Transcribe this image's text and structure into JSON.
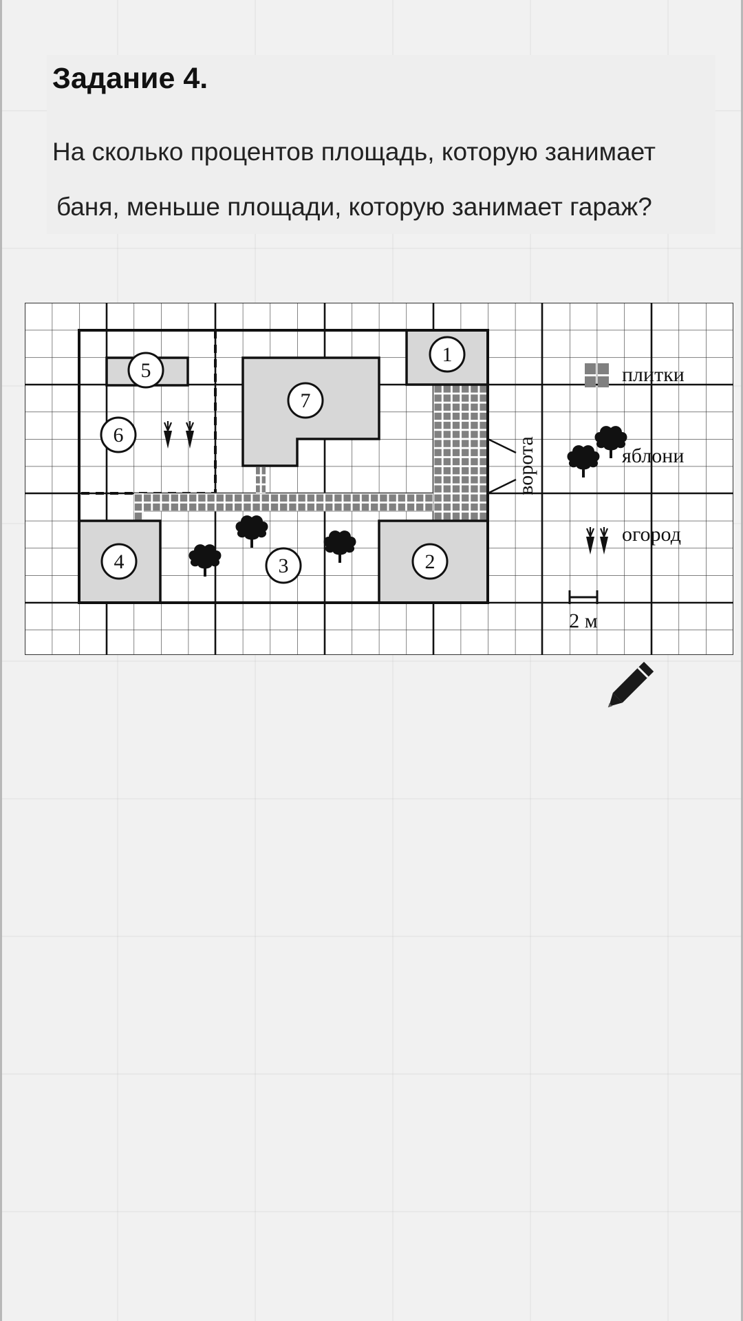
{
  "task": {
    "title": "Задание 4.",
    "question_line1": "На сколько процентов площадь, которую занимает",
    "question_line2": "баня, меньше площади, которую занимает гараж?"
  },
  "plan": {
    "objects": [
      "1",
      "2",
      "3",
      "4",
      "5",
      "6",
      "7"
    ],
    "gate_label": "ворота",
    "legend": {
      "tiles": "плитки",
      "apple_trees": "яблони",
      "garden": "огород"
    },
    "scale_label": "2 м"
  },
  "colors": {
    "building_fill": "#d7d7d7",
    "tile_fill": "#808080",
    "ink": "#111111"
  },
  "icons": [
    "tile-icon",
    "apple-tree-icon",
    "carrot-icon",
    "pencil-icon"
  ]
}
